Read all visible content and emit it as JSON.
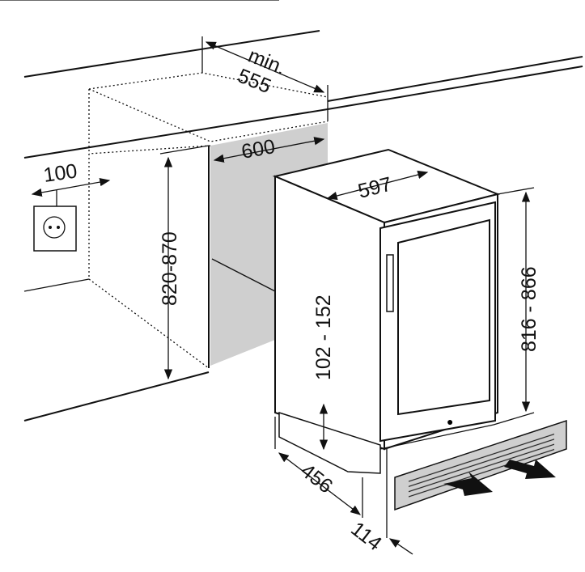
{
  "diagram": {
    "labels": {
      "min": "min.",
      "depth_niche": "555",
      "width_niche": "600",
      "socket_offset": "100",
      "height_niche": "820-870",
      "width_appliance": "597",
      "height_appliance": "816 - 866",
      "plinth_height": "102 - 152",
      "depth_appliance": "456",
      "plinth_depth": "114"
    },
    "icons": [
      "power-socket-icon",
      "airflow-in-arrow-icon",
      "airflow-out-arrow-icon"
    ],
    "colors": {
      "niche_fill": "#cfcfcf",
      "line": "#111111"
    }
  }
}
